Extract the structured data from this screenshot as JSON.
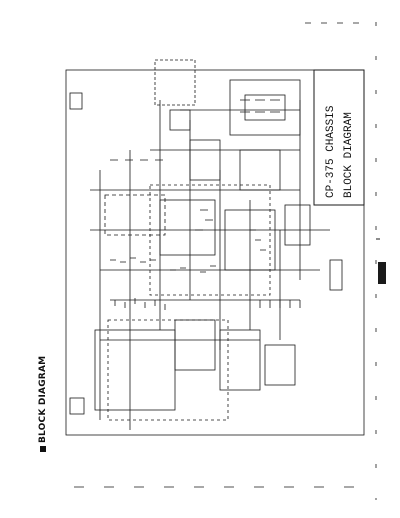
{
  "page": {
    "side_heading": "BLOCK DIAGRAM"
  },
  "title_block": {
    "line1": "CP-375 CHASSIS",
    "line2": "BLOCK DIAGRAM"
  },
  "colors": {
    "ink": "#1a1a1a",
    "paper": "#ffffff"
  }
}
